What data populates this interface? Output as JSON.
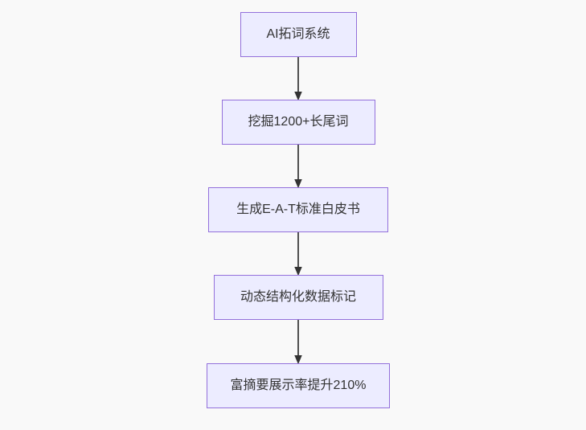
{
  "diagram": {
    "type": "flowchart-vertical",
    "nodes": [
      {
        "label": "AI拓词系统"
      },
      {
        "label": "挖掘1200+长尾词"
      },
      {
        "label": "生成E-A-T标准白皮书"
      },
      {
        "label": "动态结构化数据标记"
      },
      {
        "label": "富摘要展示率提升210%"
      }
    ],
    "connectors": [
      {
        "from": 0,
        "to": 1,
        "style": "arrow-down"
      },
      {
        "from": 1,
        "to": 2,
        "style": "arrow-down"
      },
      {
        "from": 2,
        "to": 3,
        "style": "arrow-down"
      },
      {
        "from": 3,
        "to": 4,
        "style": "arrow-down"
      }
    ],
    "colors": {
      "node_fill": "#ECECFF",
      "node_border": "#9370DB",
      "arrow": "#333333",
      "text": "#333333",
      "background": "#f9f9f9"
    }
  }
}
